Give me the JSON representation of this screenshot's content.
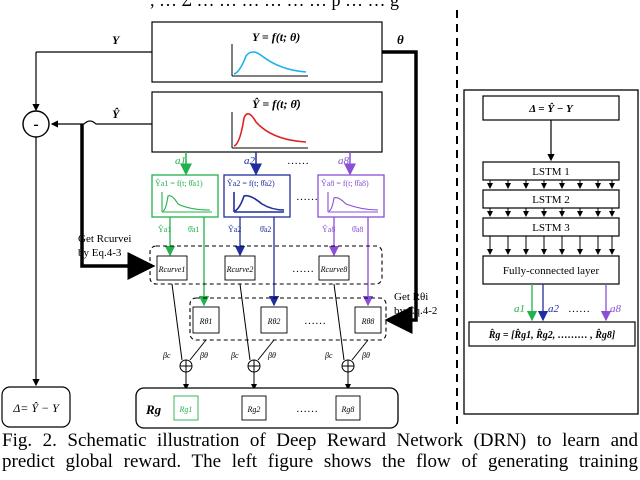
{
  "top_cut_text": ", … Σ … … … … … … p … … g",
  "main_plot": {
    "eq": "Y = f(t; θ)",
    "out_label": "Y",
    "param_label": "θ"
  },
  "pred_plot": {
    "eq": "Ŷ = f(t; θ̂)",
    "out_label": "Ŷ"
  },
  "diff_node": "-",
  "diff_result": "Δ= Ŷ − Y",
  "actions": [
    "a1",
    "a2",
    "a8"
  ],
  "ellipsis": "……",
  "sub_plots": [
    {
      "eq": "Ŷa1 = f(t; θ̂a1)",
      "y": "Ŷa1",
      "theta": "θ̂a1"
    },
    {
      "eq": "Ŷa2 = f(t; θ̂a2)",
      "y": "Ŷa2",
      "theta": "θ̂a2"
    },
    {
      "eq": "Ŷa8 = f(t; θ̂a8)",
      "y": "Ŷa8",
      "theta": "θ̂a8"
    }
  ],
  "curve_rewards": [
    "Rcurve1",
    "Rcurve2",
    "Rcurve8"
  ],
  "theta_rewards": [
    "Rθ1",
    "Rθ2",
    "Rθ8"
  ],
  "get_curve_label_1": "Get Rcurvei",
  "get_curve_label_2": "by Eq.4-3",
  "get_theta_label_1": "Get Rθi",
  "get_theta_label_2": "by Eq.4-2",
  "weights": [
    "βc",
    "βθ"
  ],
  "plus": "⊕",
  "rg_label": "Rg",
  "rg_items": [
    "Rg1",
    "Rg2",
    "Rg8"
  ],
  "right_panel": {
    "input": "Δ = Ŷ − Y",
    "lstm": [
      "LSTM 1",
      "LSTM 2",
      "LSTM 3"
    ],
    "fc": "Fully-connected layer",
    "outputs": [
      "a1",
      "a2",
      "a8"
    ],
    "result": "R̂g = [R̂g1, R̂g2, ……… , R̂g8]"
  },
  "caption_line1": "Fig. 2.  Schematic illustration of Deep Reward Network (DRN) to learn and",
  "caption_line2": "predict global reward. The left figure shows the flow of generating training"
}
